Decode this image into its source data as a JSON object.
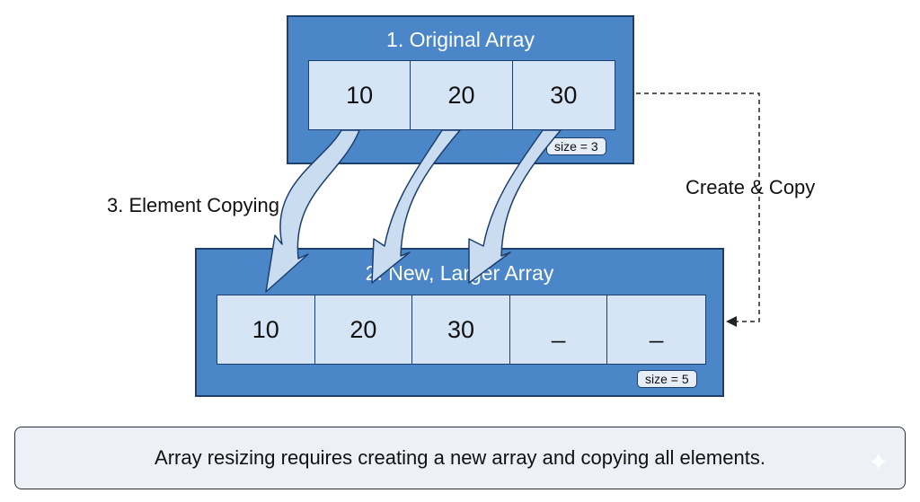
{
  "original_array": {
    "title": "1. Original Array",
    "cells": [
      "10",
      "20",
      "30"
    ],
    "size_label": "size = 3"
  },
  "new_array": {
    "title": "2. New, Larger Array",
    "cells": [
      "10",
      "20",
      "30",
      "_",
      "_"
    ],
    "size_label": "size = 5"
  },
  "labels": {
    "element_copying": "3. Element Copying",
    "create_copy": "Create & Copy"
  },
  "caption": "Array resizing requires creating a new array and copying all elements.",
  "colors": {
    "box_fill": "#4a86c8",
    "box_border": "#1d3f6e",
    "cell_fill": "#d6e5f5",
    "arrow_fill": "#c9dcf0",
    "caption_bg": "#edf1f7"
  },
  "icons": [
    "sparkle-icon"
  ]
}
